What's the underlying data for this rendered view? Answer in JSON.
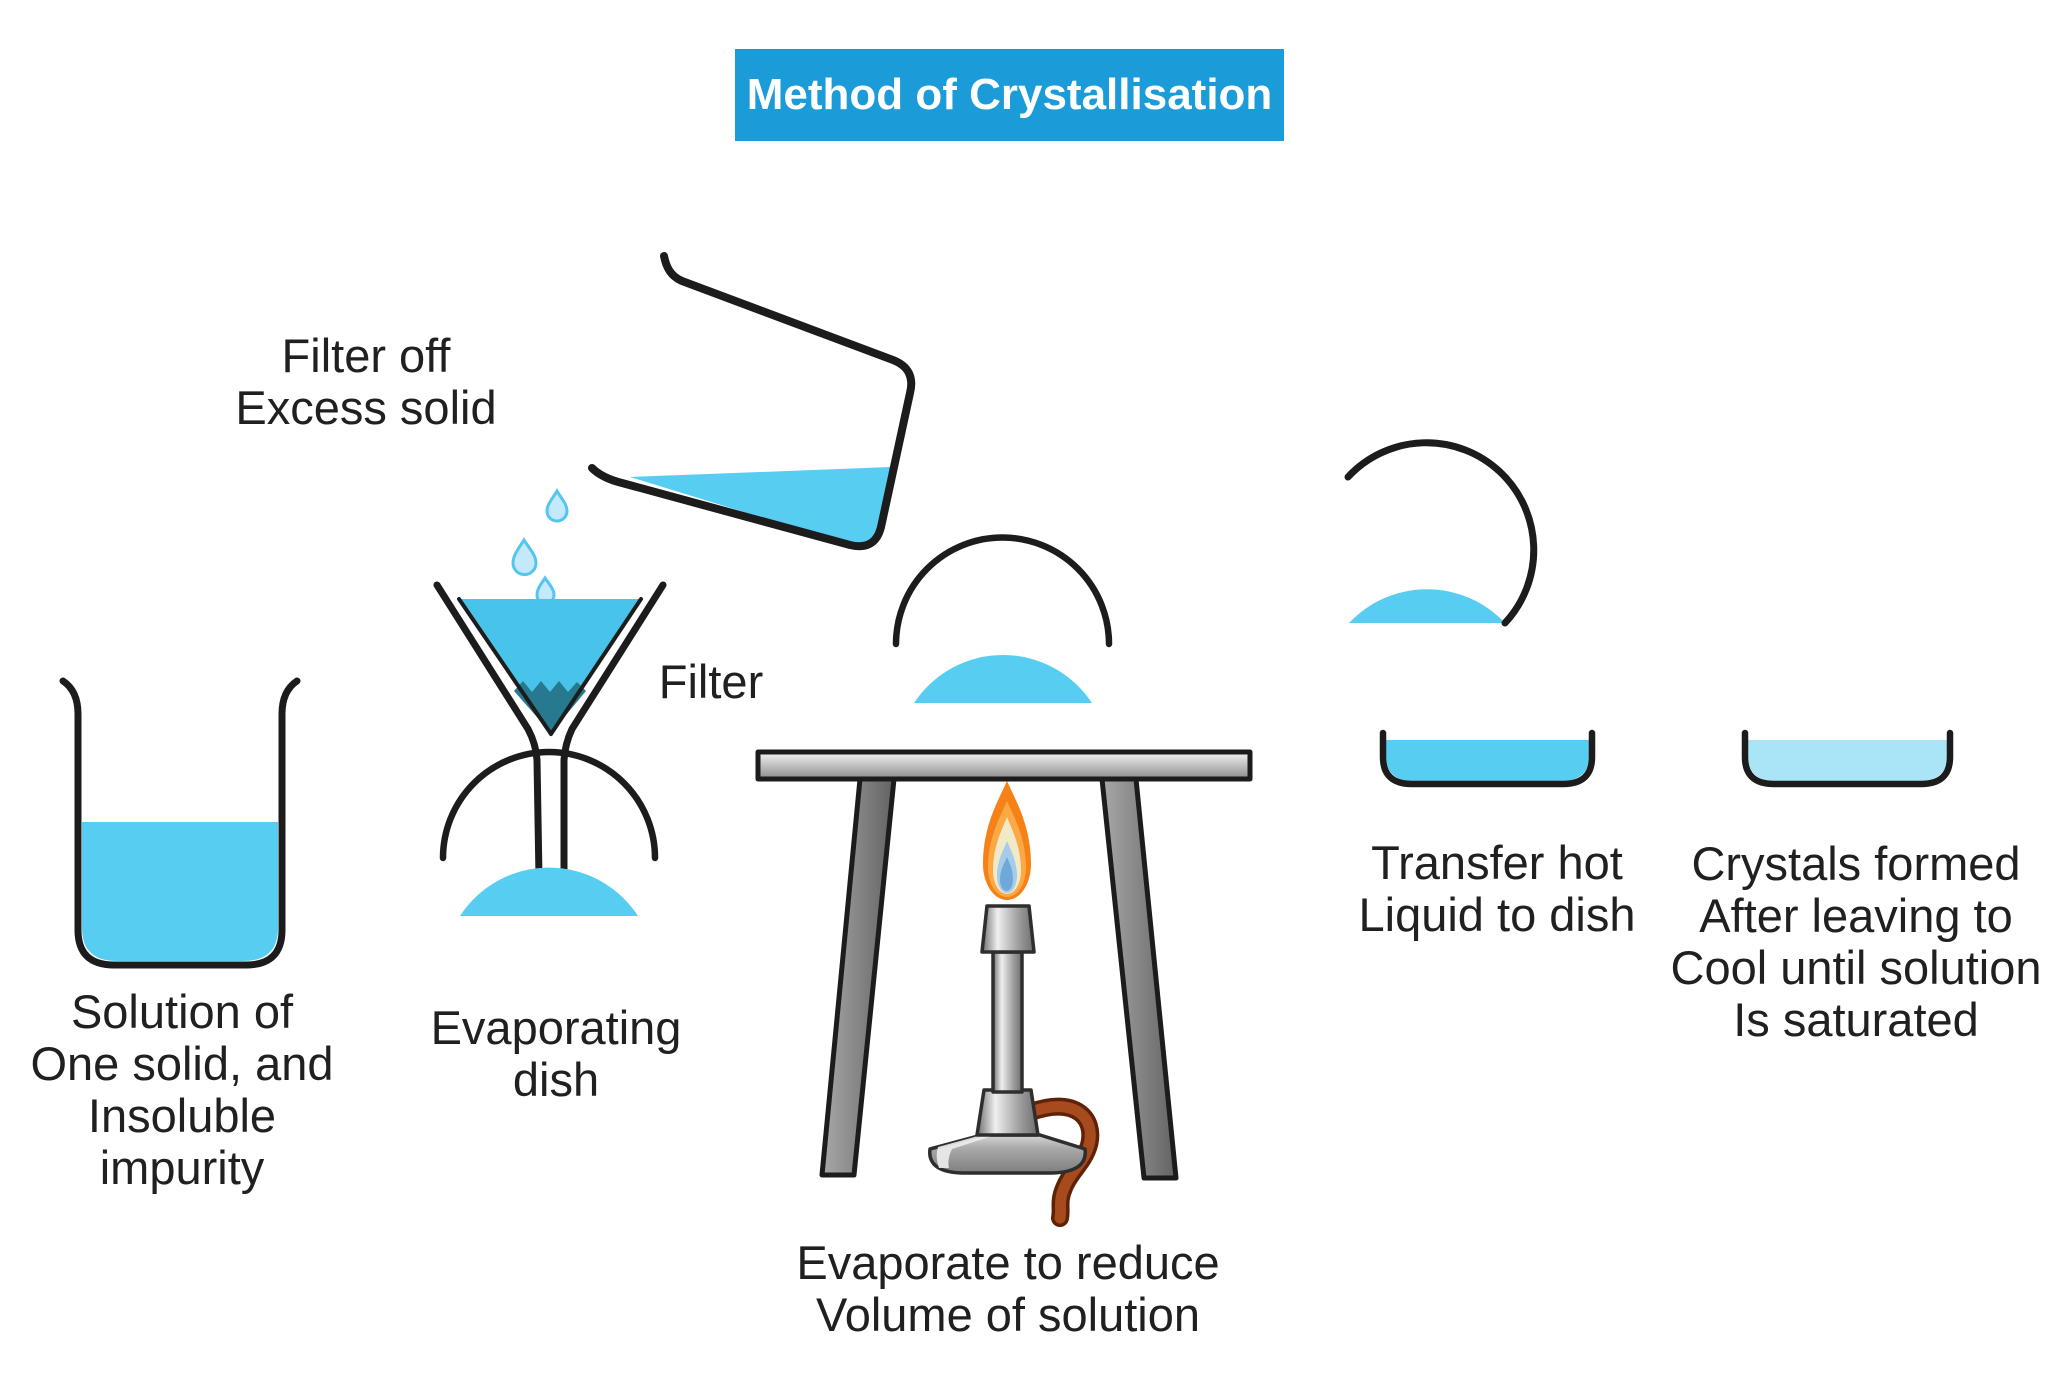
{
  "title": {
    "text": "Method of Crystallisation",
    "bg": "#1B9CD8",
    "fg": "#FFFFFF"
  },
  "labels": {
    "solution": {
      "lines": [
        "Solution of",
        "One solid, and",
        "Insoluble",
        "impurity"
      ]
    },
    "filter_off": {
      "lines": [
        "Filter off",
        "Excess solid"
      ]
    },
    "filter": {
      "lines": [
        "Filter"
      ]
    },
    "evaporating_dish": {
      "lines": [
        "Evaporating",
        "dish"
      ]
    },
    "evaporate": {
      "lines": [
        "Evaporate to reduce",
        "Volume of solution"
      ]
    },
    "transfer": {
      "lines": [
        "Transfer hot",
        "Liquid to dish"
      ]
    },
    "crystals": {
      "lines": [
        "Crystals formed",
        "After leaving to",
        "Cool until solution",
        "Is saturated"
      ]
    }
  },
  "figures": [
    "beaker-with-solution",
    "pouring-beaker",
    "liquid-drops",
    "filter-funnel-with-residue",
    "evaporating-dish",
    "tripod-stand",
    "boiling-dish-with-bubbles",
    "bunsen-burner-with-flame",
    "tilted-pouring-dish",
    "transfer-dish",
    "crystallising-dish"
  ],
  "colors": {
    "title_bg": "#1B9CD8",
    "liquid": "#58CDF2",
    "funnel_liquid": "#48C3E9",
    "residue_teal": "#27798F",
    "pale_liquid": "#A9E4F7",
    "drop_fill": "#C3E9FA",
    "drop_edge": "#53C6EF",
    "flame_outer": "#F58117",
    "flame_mid": "#FBA945",
    "flame_cream": "#F2E9C9",
    "flame_light_blue": "#A5CCE9",
    "flame_core": "#6FA9DA",
    "bubble": "#FFFFFF",
    "outline_ink": "#1c1c1c"
  }
}
